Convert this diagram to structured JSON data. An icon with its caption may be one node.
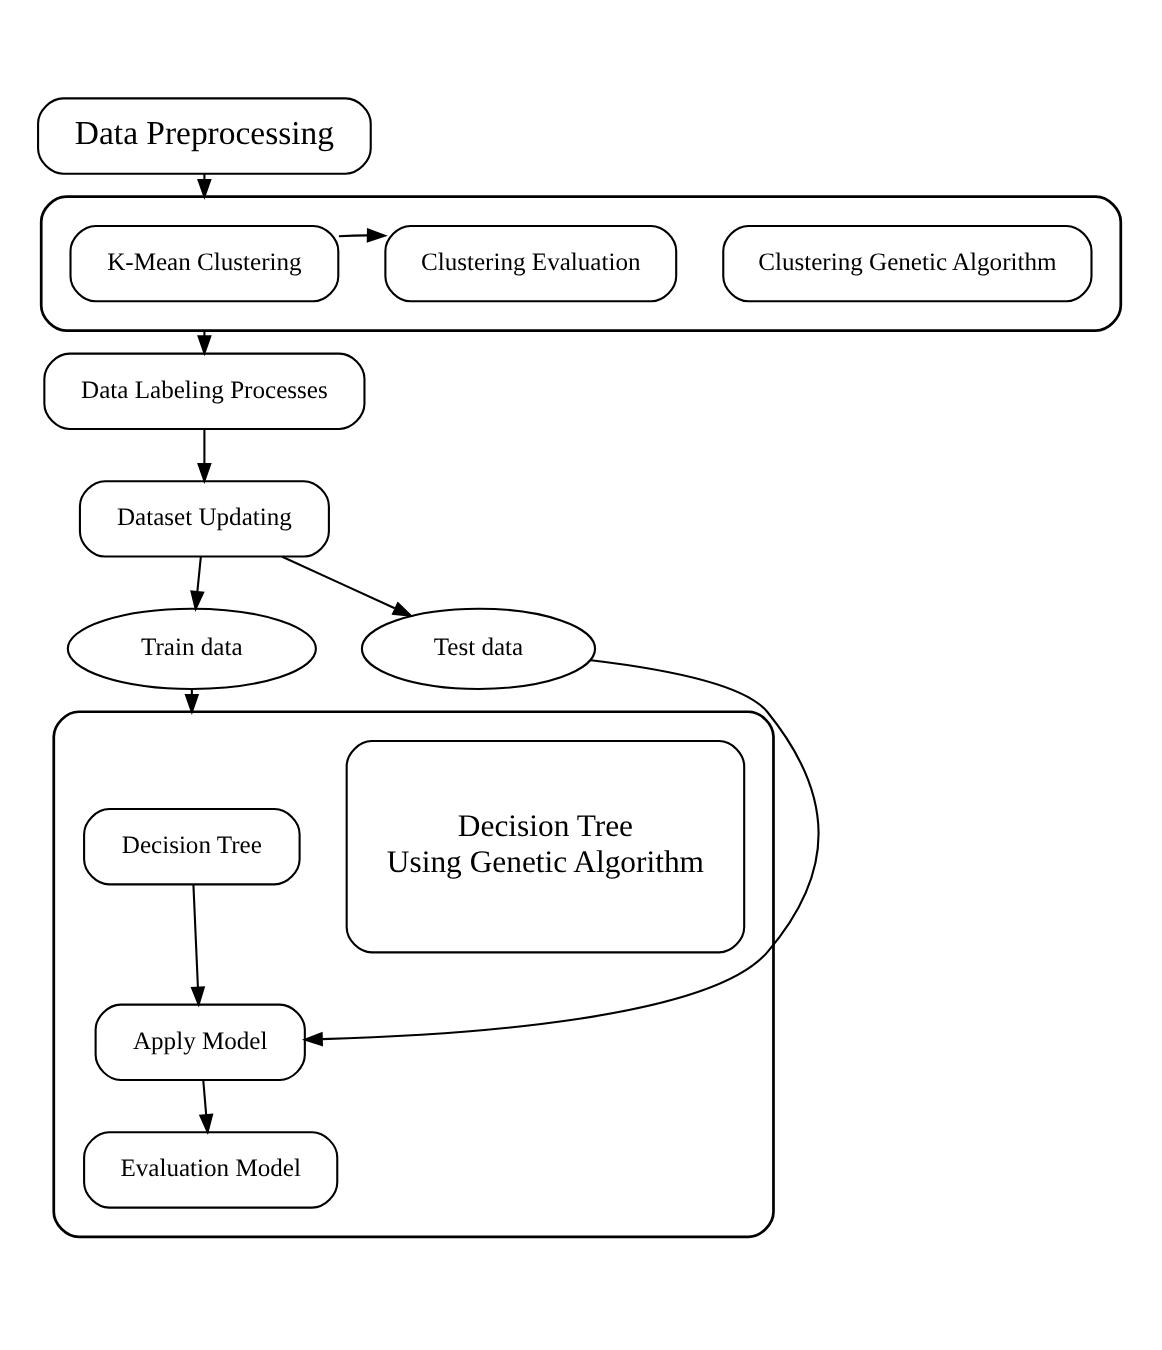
{
  "diagram": {
    "nodes": [
      {
        "text": [
          "Data Preprocessing"
        ]
      },
      {
        "text": [],
        "shape": "box"
      },
      {
        "text": [
          "Clustering Genetic Algorithm"
        ],
        "in": 1
      },
      {
        "text": [
          "K-Mean Clustering"
        ],
        "in": 1
      },
      {
        "text": [
          "Clustering Evaluation"
        ],
        "in": 1
      },
      {
        "text": [
          "Data Labeling Processes"
        ]
      },
      {
        "text": [
          "Dataset Updating"
        ]
      },
      {
        "text": [
          "Train data"
        ]
      },
      {
        "text": [
          "Test data"
        ]
      },
      {
        "text": [],
        "shape": "box"
      },
      {
        "text": [
          "Decision Tree",
          "Using Genetic Algorithm"
        ],
        "in": 9
      },
      {
        "text": [
          "Decision Tree"
        ],
        "in": 9
      },
      {
        "text": [
          "Apply Model"
        ],
        "in": 9
      },
      {
        "text": [
          "Evaluation Model"
        ],
        "in": 9
      }
    ],
    "edges": [
      {
        "from": 0,
        "to": 1,
        "arrow": "to"
      },
      {
        "from": 3,
        "to": 4,
        "arrow": "to"
      },
      {
        "from": 1,
        "to": 5,
        "arrow": "to"
      },
      {
        "from": 5,
        "to": 6,
        "arrow": "to"
      },
      {
        "from": 6,
        "to": 7,
        "arrow": "to"
      },
      {
        "from": 6,
        "to": 8,
        "arrow": "to"
      },
      {
        "from": 7,
        "to": 9,
        "arrow": "to"
      },
      {
        "from": 8,
        "to": 12,
        "arrow": "to"
      },
      {
        "from": 11,
        "to": 12,
        "arrow": "to"
      },
      {
        "from": 12,
        "to": 13,
        "arrow": "to"
      }
    ]
  }
}
